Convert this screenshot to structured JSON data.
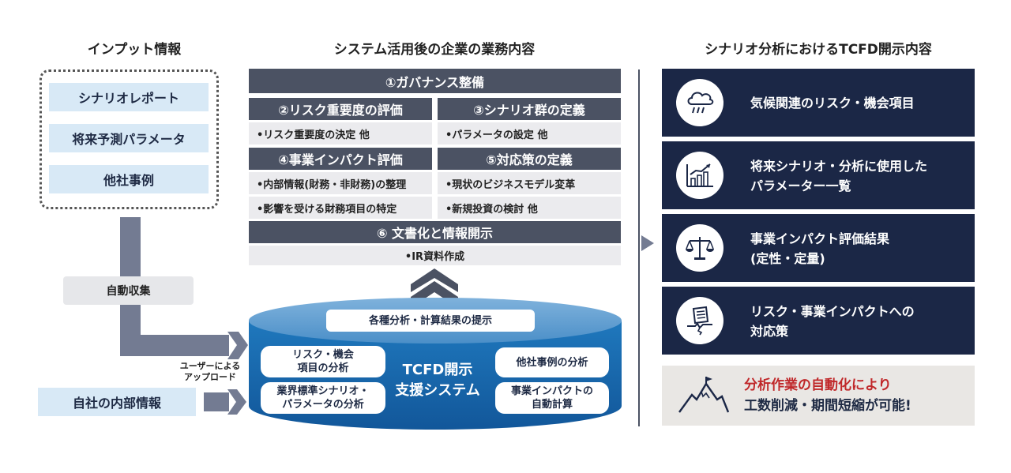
{
  "headings": {
    "input": "インプット情報",
    "system": "システム活用後の企業の業務内容",
    "disclosure": "シナリオ分析におけるTCFD開示内容"
  },
  "input_items": [
    "シナリオレポート",
    "将来予測パラメータ",
    "他社事例"
  ],
  "auto_collect": "自動収集",
  "user_upload": [
    "ユーザーによる",
    "アップロード"
  ],
  "internal_info": "自社の内部情報",
  "steps": {
    "s1": "①ガバナンス整備",
    "s2": "②リスク重要度の評価",
    "s2_items": [
      "•リスク重要度の決定 他"
    ],
    "s3": "③シナリオ群の定義",
    "s3_items": [
      "•パラメータの設定 他"
    ],
    "s4": "④事業インパクト評価",
    "s4_items": [
      "•内部情報(財務・非財務)の整理",
      "•影響を受ける財務項目の特定"
    ],
    "s5": "⑤対応策の定義",
    "s5_items": [
      "•現状のビジネスモデル変革",
      "•新規投資の検討 他"
    ],
    "s6": "⑥ 文書化と情報開示",
    "s6_items": [
      "•IR資料作成"
    ]
  },
  "system": {
    "top_pill": "各種分析・計算結果の提示",
    "title_lines": [
      "TCFD開示",
      "支援システム"
    ],
    "left_pills": [
      [
        "リスク・機会",
        "項目の分析"
      ],
      [
        "業界標準シナリオ・",
        "パラメータの分析"
      ]
    ],
    "right_pills": [
      [
        "他社事例の分析"
      ],
      [
        "事業インパクトの",
        "自動計算"
      ]
    ]
  },
  "disclosure_items": [
    {
      "icon": "cloud-rain-icon",
      "lines": [
        "気候関連のリスク・機会項目"
      ]
    },
    {
      "icon": "bar-chart-growth-icon",
      "lines": [
        "将来シナリオ・分析に使用した",
        "パラメーター一覧"
      ]
    },
    {
      "icon": "scale-balance-icon",
      "lines": [
        "事業インパクト評価結果",
        "(定性・定量)"
      ]
    },
    {
      "icon": "cracked-building-icon",
      "lines": [
        "リスク・事業インパクトへの",
        "対応策"
      ]
    }
  ],
  "benefit": {
    "icon": "mountain-flag-icon",
    "line1": "分析作業の自動化により",
    "line2": "工数削減・期間短縮が可能!"
  },
  "colors": {
    "navy": "#1b2746",
    "steel_header": "#4b5263",
    "light_blue": "#d8e9f6",
    "cylinder_blue": "#1a6aab",
    "accent_red": "#c0282a"
  }
}
